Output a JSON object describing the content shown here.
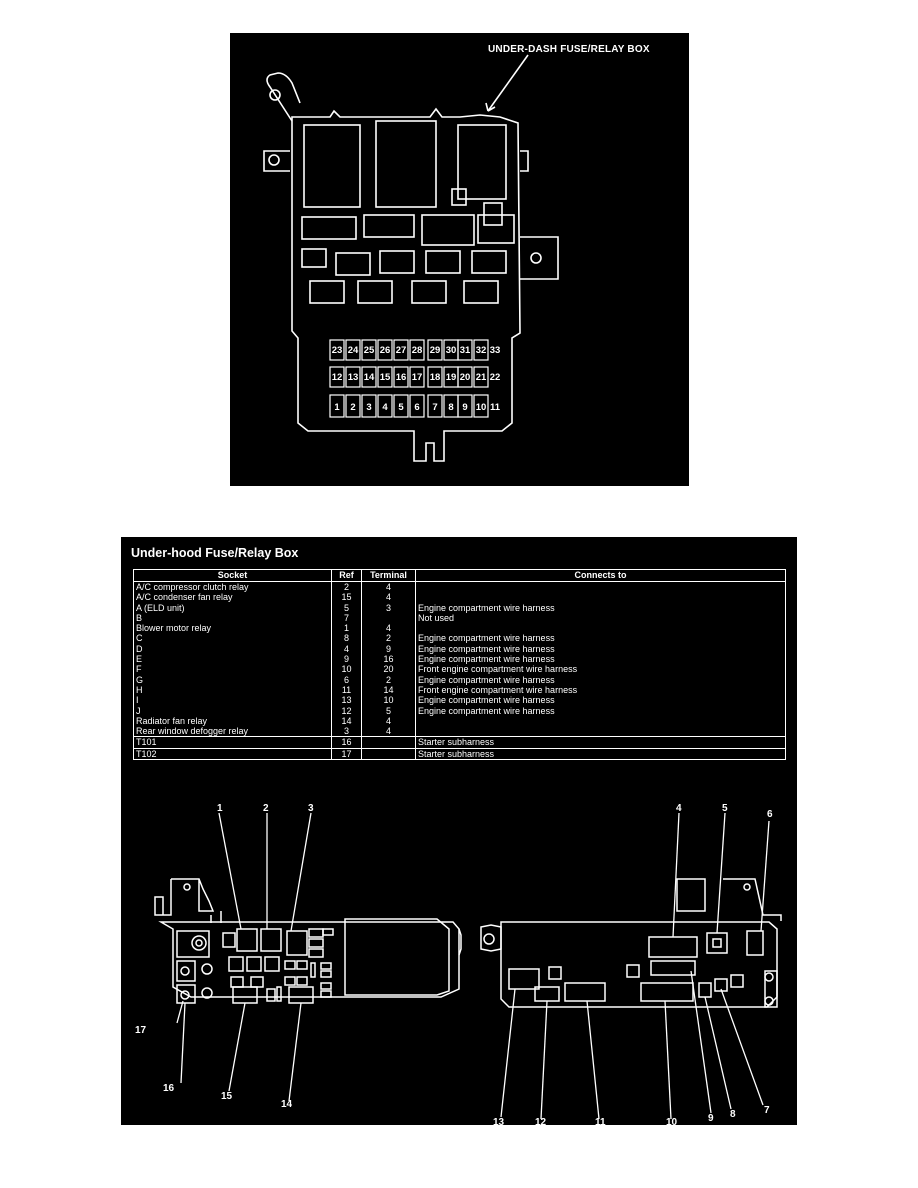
{
  "top_diagram": {
    "label": "UNDER-DASH FUSE/RELAY BOX",
    "fuses_row1": [
      "23",
      "24",
      "25",
      "26",
      "27",
      "28",
      "29",
      "30",
      "31",
      "32",
      "33"
    ],
    "fuses_row2": [
      "12",
      "13",
      "14",
      "15",
      "16",
      "17",
      "18",
      "19",
      "20",
      "21",
      "22"
    ],
    "fuses_row3": [
      "1",
      "2",
      "3",
      "4",
      "5",
      "6",
      "7",
      "8",
      "9",
      "10",
      "11"
    ]
  },
  "hood": {
    "title": "Under-hood Fuse/Relay Box",
    "headers": {
      "socket": "Socket",
      "ref": "Ref",
      "terminal": "Terminal",
      "connects": "Connects to"
    },
    "rows": [
      {
        "socket": "A/C compressor clutch relay",
        "ref": "2",
        "terminal": "4",
        "connects": ""
      },
      {
        "socket": "A/C condenser fan relay",
        "ref": "15",
        "terminal": "4",
        "connects": ""
      },
      {
        "socket": "A (ELD unit)",
        "ref": "5",
        "terminal": "3",
        "connects": "Engine compartment wire harness"
      },
      {
        "socket": "B",
        "ref": "7",
        "terminal": "",
        "connects": "Not used"
      },
      {
        "socket": "Blower motor relay",
        "ref": "1",
        "terminal": "4",
        "connects": ""
      },
      {
        "socket": "C",
        "ref": "8",
        "terminal": "2",
        "connects": "Engine compartment wire harness"
      },
      {
        "socket": "D",
        "ref": "4",
        "terminal": "9",
        "connects": "Engine compartment wire harness"
      },
      {
        "socket": "E",
        "ref": "9",
        "terminal": "16",
        "connects": "Engine compartment wire harness"
      },
      {
        "socket": "F",
        "ref": "10",
        "terminal": "20",
        "connects": "Front engine compartment wire harness"
      },
      {
        "socket": "G",
        "ref": "6",
        "terminal": "2",
        "connects": "Engine compartment wire harness"
      },
      {
        "socket": "H",
        "ref": "11",
        "terminal": "14",
        "connects": "Front engine compartment wire harness"
      },
      {
        "socket": "I",
        "ref": "13",
        "terminal": "10",
        "connects": "Engine compartment wire harness"
      },
      {
        "socket": "J",
        "ref": "12",
        "terminal": "5",
        "connects": "Engine compartment wire harness"
      },
      {
        "socket": "Radiator fan relay",
        "ref": "14",
        "terminal": "4",
        "connects": ""
      },
      {
        "socket": "Rear window defogger relay",
        "ref": "3",
        "terminal": "4",
        "connects": ""
      },
      {
        "socket": "T101",
        "ref": "16",
        "terminal": "",
        "connects": "Starter subharness"
      },
      {
        "socket": "T102",
        "ref": "17",
        "terminal": "",
        "connects": "Starter subharness"
      }
    ],
    "callouts": [
      "1",
      "2",
      "3",
      "4",
      "5",
      "6",
      "7",
      "8",
      "9",
      "10",
      "11",
      "12",
      "13",
      "14",
      "15",
      "16",
      "17"
    ]
  }
}
